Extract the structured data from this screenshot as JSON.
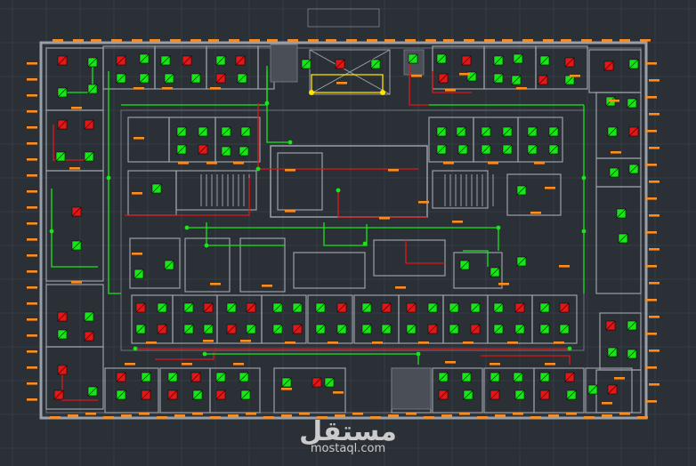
{
  "drawing": {
    "type": "electrical-floor-plan",
    "colors": {
      "background": "#2b2f36",
      "grid": "#363c45",
      "wall": "#9aa0a8",
      "wall_dark": "#6f757d",
      "green": "#19e619",
      "red": "#e01818",
      "orange": "#ff8c1a",
      "yellow": "#ffe600",
      "white": "#e6e6e6"
    },
    "symbols": [
      "light-fixture-green",
      "light-fixture-red",
      "circuit-wire-green",
      "circuit-wire-red",
      "tag-label-orange"
    ]
  },
  "watermark": {
    "logo_text": "مستقل",
    "site_text": "mostaql.com"
  }
}
